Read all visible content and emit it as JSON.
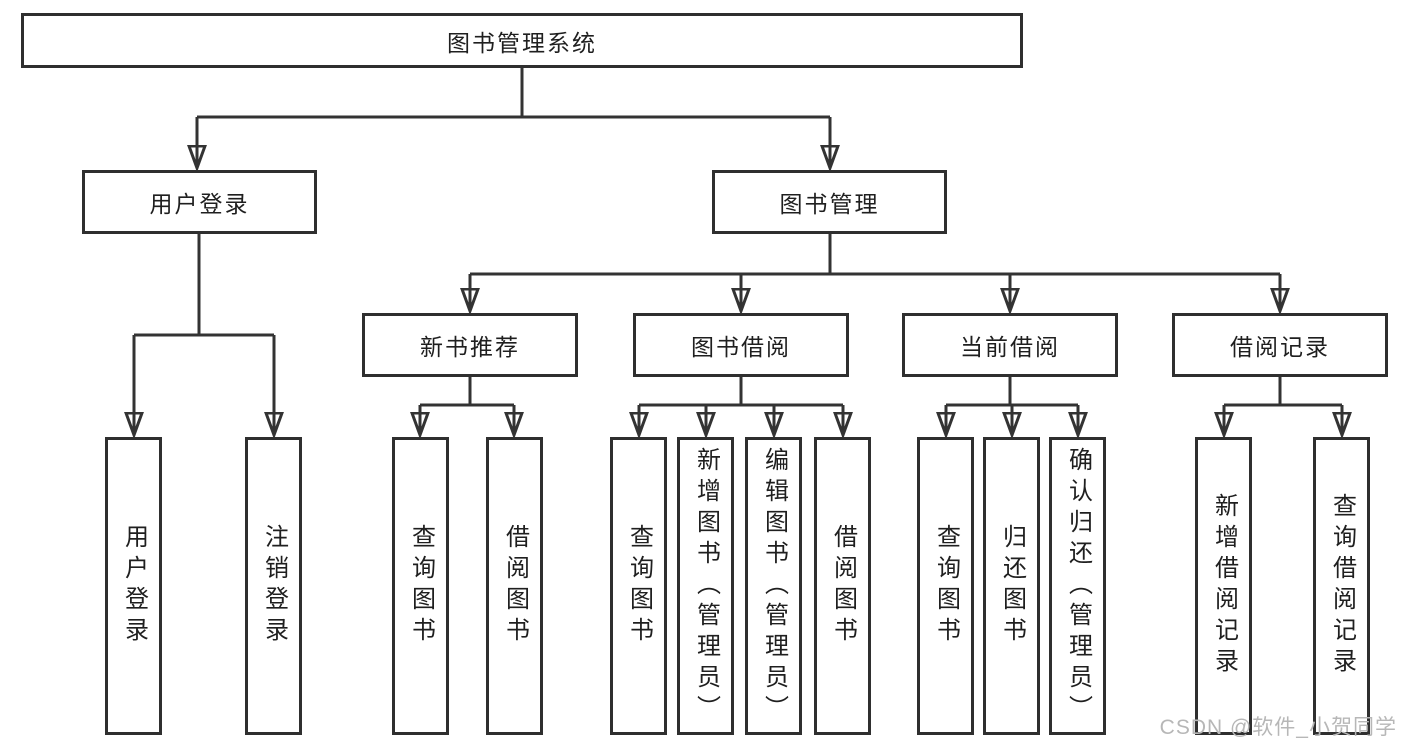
{
  "diagram": {
    "root": {
      "label": "图书管理系统"
    },
    "level2": [
      {
        "label": "用户登录"
      },
      {
        "label": "图书管理"
      }
    ],
    "level3": [
      {
        "label": "新书推荐"
      },
      {
        "label": "图书借阅"
      },
      {
        "label": "当前借阅"
      },
      {
        "label": "借阅记录"
      }
    ],
    "leaves": {
      "user_login": [
        {
          "label": "用户登录"
        },
        {
          "label": "注销登录"
        }
      ],
      "new_book": [
        {
          "label": "查询图书"
        },
        {
          "label": "借阅图书"
        }
      ],
      "book_borrow": [
        {
          "label": "查询图书"
        },
        {
          "label": "新增图书（管理员）"
        },
        {
          "label": "编辑图书（管理员）"
        },
        {
          "label": "借阅图书"
        }
      ],
      "current_borrow": [
        {
          "label": "查询图书"
        },
        {
          "label": "归还图书"
        },
        {
          "label": "确认归还（管理员）"
        }
      ],
      "borrow_record": [
        {
          "label": "新增借阅记录"
        },
        {
          "label": "查询借阅记录"
        }
      ]
    }
  },
  "watermark": {
    "text": "CSDN @软件_小贺同学"
  },
  "colors": {
    "line": "#333333",
    "border": "#2f2f2f",
    "text": "#1f1f1f",
    "watermark": "#b7b7b7",
    "background": "#ffffff"
  }
}
